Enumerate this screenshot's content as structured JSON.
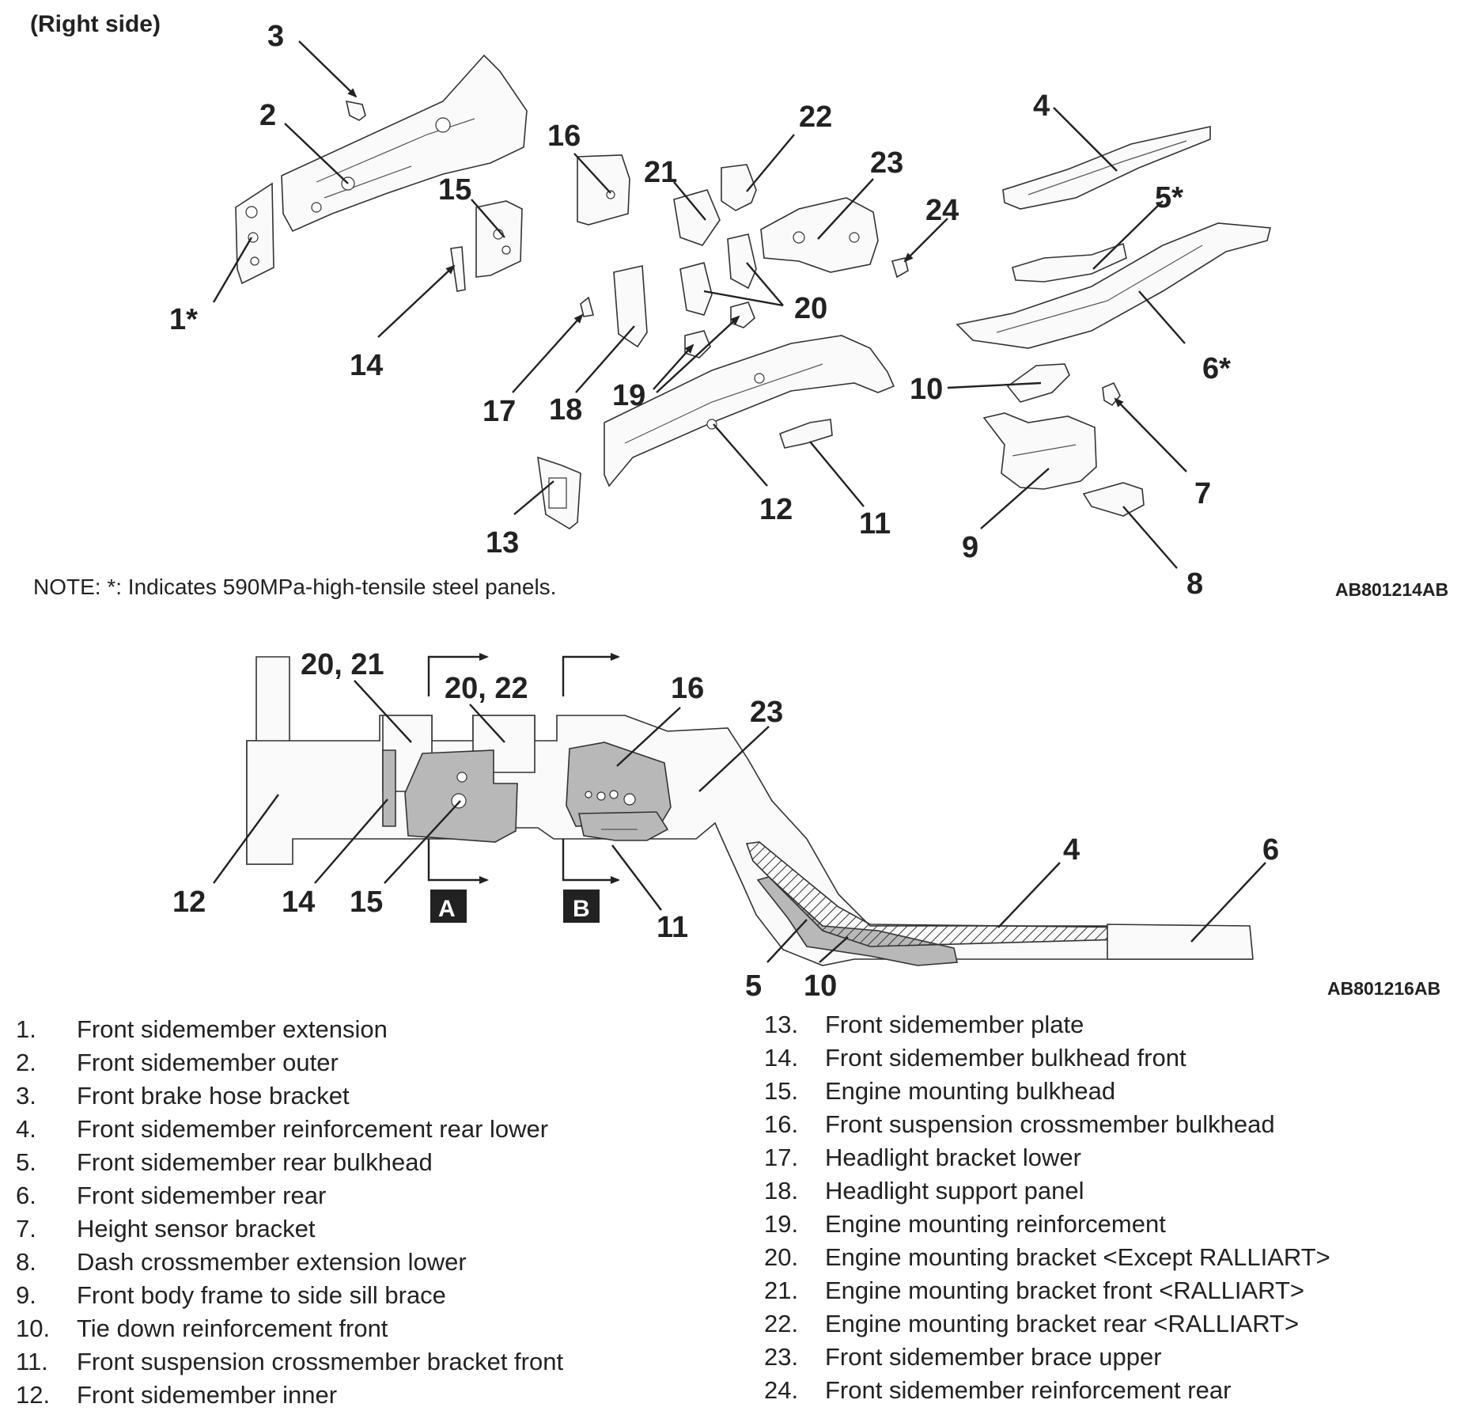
{
  "header": {
    "title": "(Right side)"
  },
  "note": "NOTE: *: Indicates 590MPa-high-tensile steel panels.",
  "codes": {
    "upper": "AB801214AB",
    "lower": "AB801216AB"
  },
  "upper_callouts": {
    "c1": "1*",
    "c2": "2",
    "c3": "3",
    "c4": "4",
    "c5": "5*",
    "c6": "6*",
    "c7": "7",
    "c8": "8",
    "c9": "9",
    "c10": "10",
    "c11": "11",
    "c12": "12",
    "c13": "13",
    "c14": "14",
    "c15": "15",
    "c16": "16",
    "c17": "17",
    "c18": "18",
    "c19": "19",
    "c20": "20",
    "c21": "21",
    "c22": "22",
    "c23": "23",
    "c24": "24"
  },
  "lower_callouts": {
    "c2021": "20, 21",
    "c2022": "20, 22",
    "c16": "16",
    "c23": "23",
    "c4": "4",
    "c6": "6",
    "c12": "12",
    "c14": "14",
    "c15": "15",
    "c11": "11",
    "c5": "5",
    "c10": "10",
    "section_a": "A",
    "section_b": "B"
  },
  "legend_left": [
    {
      "num": "1.",
      "name": "Front sidemember extension"
    },
    {
      "num": "2.",
      "name": "Front sidemember outer"
    },
    {
      "num": "3.",
      "name": "Front brake hose bracket"
    },
    {
      "num": "4.",
      "name": "Front sidemember reinforcement rear lower"
    },
    {
      "num": "5.",
      "name": "Front sidemember rear bulkhead"
    },
    {
      "num": "6.",
      "name": "Front sidemember rear"
    },
    {
      "num": "7.",
      "name": "Height sensor bracket"
    },
    {
      "num": "8.",
      "name": "Dash crossmember extension lower"
    },
    {
      "num": "9.",
      "name": "Front body frame to side sill brace"
    },
    {
      "num": "10.",
      "name": "Tie down reinforcement front"
    },
    {
      "num": "11.",
      "name": "Front suspension crossmember bracket front"
    },
    {
      "num": "12.",
      "name": "Front sidemember inner"
    }
  ],
  "legend_right": [
    {
      "num": "13.",
      "name": "Front sidemember plate"
    },
    {
      "num": "14.",
      "name": "Front sidemember bulkhead front"
    },
    {
      "num": "15.",
      "name": "Engine mounting bulkhead"
    },
    {
      "num": "16.",
      "name": "Front suspension crossmember bulkhead"
    },
    {
      "num": "17.",
      "name": "Headlight bracket lower"
    },
    {
      "num": "18.",
      "name": "Headlight support panel"
    },
    {
      "num": "19.",
      "name": "Engine mounting reinforcement"
    },
    {
      "num": "20.",
      "name": "Engine mounting bracket <Except RALLIART>"
    },
    {
      "num": "21.",
      "name": "Engine mounting bracket front <RALLIART>"
    },
    {
      "num": "22.",
      "name": "Engine mounting bracket rear <RALLIART>"
    },
    {
      "num": "23.",
      "name": "Front sidemember brace upper"
    },
    {
      "num": "24.",
      "name": "Front sidemember reinforcement rear"
    }
  ]
}
